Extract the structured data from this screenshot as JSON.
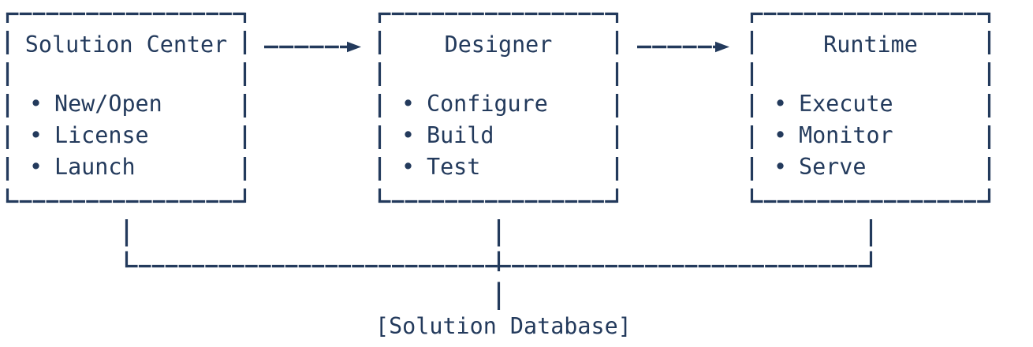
{
  "colors": {
    "ink": "#233A5C",
    "background": "#FFFFFF"
  },
  "diagram": {
    "bullet_char": "•",
    "boxes": [
      {
        "title": "Solution Center",
        "items": [
          "New/Open",
          "License",
          "Launch"
        ]
      },
      {
        "title": "Designer",
        "items": [
          "Configure",
          "Build",
          "Test"
        ]
      },
      {
        "title": "Runtime",
        "items": [
          "Execute",
          "Monitor",
          "Serve"
        ]
      }
    ],
    "arrows": [
      {
        "from": "Solution Center",
        "to": "Designer"
      },
      {
        "from": "Designer",
        "to": "Runtime"
      }
    ],
    "database_label": "[Solution Database]"
  }
}
